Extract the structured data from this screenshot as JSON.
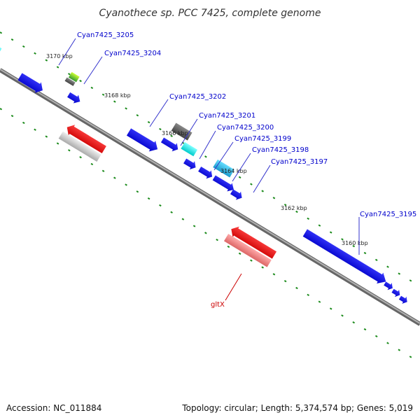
{
  "map": {
    "title": "Cyanothece sp. PCC 7425, complete genome",
    "backbone_color": "#808080",
    "kbp_marks": [
      "3170 kbp",
      "3168 kbp",
      "3166 kbp",
      "3164 kbp",
      "3162 kbp",
      "3160 kbp"
    ],
    "genes": [
      {
        "id": "Cyan7425_3205",
        "color": "#00ffff"
      },
      {
        "id": "Cyan7425_3204",
        "color": "#66cc33"
      },
      {
        "id": "Cyan7425_3202",
        "color": "#0000ff"
      },
      {
        "id": "Cyan7425_3201",
        "color": "#606060"
      },
      {
        "id": "Cyan7425_3200",
        "color": "#00ffff"
      },
      {
        "id": "Cyan7425_3199",
        "color": "#0000ff"
      },
      {
        "id": "Cyan7425_3198",
        "color": "#0000ff"
      },
      {
        "id": "Cyan7425_3197",
        "color": "#33ccff"
      },
      {
        "id": "Cyan7425_3195",
        "color": "#0000ff"
      },
      {
        "id": "gltX",
        "color": "#ff0000"
      }
    ]
  },
  "footer": {
    "accession": "Accession: NC_011884",
    "summary": "Topology: circular; Length: 5,374,574 bp; Genes: 5,019"
  }
}
